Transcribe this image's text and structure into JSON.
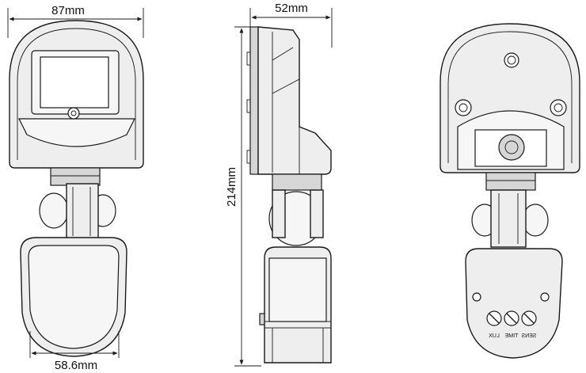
{
  "dimensions": {
    "width": "87mm",
    "depth": "52mm",
    "height": "214mm",
    "head_width": "58.6mm"
  },
  "terminal_labels": {
    "lux": "LUX",
    "time": "TIME",
    "sens": "SENS"
  }
}
